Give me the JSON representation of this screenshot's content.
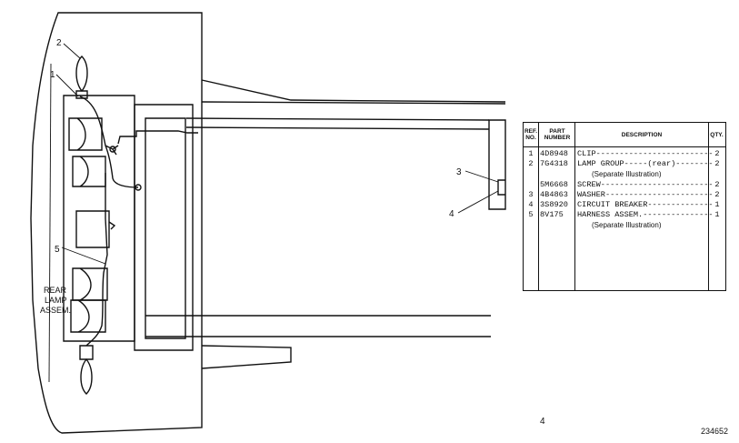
{
  "callouts": {
    "c1": "1",
    "c2": "2",
    "c3": "3",
    "c4": "4",
    "c5": "5"
  },
  "rear_lamp_label": [
    "REAR",
    "LAMP",
    "ASSEM."
  ],
  "figure_number": "234652",
  "page_mark": "4",
  "parts_table": {
    "headers": {
      "ref": "REF. NO.",
      "part": "PART NUMBER",
      "description": "DESCRIPTION",
      "qty": "QTY."
    },
    "rows": [
      {
        "ref": "1",
        "part": "4D8948",
        "desc": "CLIP----------------------------------",
        "qty": "2"
      },
      {
        "ref": "2",
        "part": "7G4318",
        "desc": "LAMP GROUP-----(rear)---------------",
        "qty": "2"
      },
      {
        "ref": "",
        "part": "",
        "desc": "(Separate Illustration)",
        "qty": "",
        "note": true
      },
      {
        "ref": "",
        "part": "5M6668",
        "desc": "SCREW-------------------------------",
        "qty": "2"
      },
      {
        "ref": "3",
        "part": "4B4863",
        "desc": "WASHER------------------------------",
        "qty": "2"
      },
      {
        "ref": "4",
        "part": "3S8920",
        "desc": "CIRCUIT BREAKER---------------------",
        "qty": "1"
      },
      {
        "ref": "5",
        "part": "8V175",
        "desc": "HARNESS ASSEM.----------------------",
        "qty": "1"
      },
      {
        "ref": "",
        "part": "",
        "desc": "(Separate Illustration)",
        "qty": "",
        "note": true
      }
    ]
  }
}
